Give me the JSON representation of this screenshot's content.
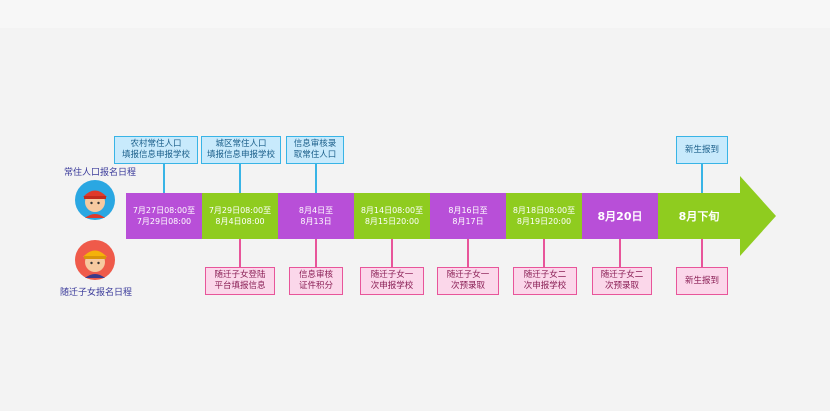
{
  "rows": {
    "resident": "常住人口报名日程",
    "migrant": "随迁子女报名日程"
  },
  "colors": {
    "purple": "#b84fd8",
    "green": "#8fcc1f",
    "top_border": "#38b4e6",
    "bottom_border": "#e8559a"
  },
  "timeline": [
    {
      "label": "7月27日08:00至\n7月29日08:00",
      "color": "#b84fd8"
    },
    {
      "label": "7月29日08:00至\n8月4日08:00",
      "color": "#8fcc1f"
    },
    {
      "label": "8月4日至\n8月13日",
      "color": "#b84fd8"
    },
    {
      "label": "8月14日08:00至\n8月15日20:00",
      "color": "#8fcc1f"
    },
    {
      "label": "8月16日至\n8月17日",
      "color": "#b84fd8"
    },
    {
      "label": "8月18日08:00至\n8月19日20:00",
      "color": "#8fcc1f"
    },
    {
      "label": "8月20日",
      "color": "#b84fd8"
    },
    {
      "label": "8月下旬",
      "color": "#8fcc1f"
    }
  ],
  "top_boxes": [
    {
      "label": "农村常住人口\n填报信息申报学校"
    },
    {
      "label": "城区常住人口\n填报信息申报学校"
    },
    {
      "label": "信息审核录\n取常住人口"
    },
    {
      "label": "新生报到"
    }
  ],
  "bottom_boxes": [
    {
      "label": "随迁子女登陆\n平台填报信息"
    },
    {
      "label": "信息审核\n证件积分"
    },
    {
      "label": "随迁子女一\n次申报学校"
    },
    {
      "label": "随迁子女一\n次预录取"
    },
    {
      "label": "随迁子女二\n次申报学校"
    },
    {
      "label": "随迁子女二\n次预录取"
    },
    {
      "label": "新生报到"
    }
  ]
}
